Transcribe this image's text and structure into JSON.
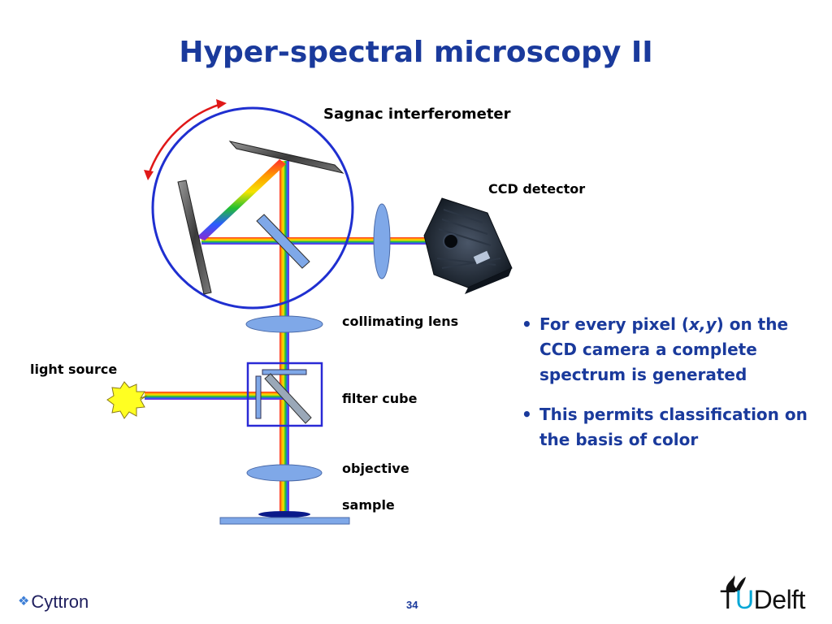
{
  "title": "Hyper-spectral microscopy II",
  "labels": {
    "sagnac": "Sagnac interferometer",
    "ccd": "CCD detector",
    "collimating_lens": "collimating lens",
    "light_source": "light source",
    "filter_cube": "filter cube",
    "objective": "objective",
    "sample": "sample"
  },
  "bullets": [
    {
      "pre": "For every pixel (",
      "x": "x",
      "comma": ",",
      "y": "y",
      "post": ") on the CCD camera a complete spectrum is generated"
    },
    {
      "text": "This permits classification on the basis of color"
    }
  ],
  "footer": {
    "org": "Cyttron",
    "page": "34",
    "logo_t": "T",
    "logo_u": "U",
    "logo_delft": "Delft"
  },
  "colors": {
    "title": "#1a3a9c",
    "circle": "#1f2fd0",
    "arrow": "#e01818",
    "optic": "#7fa8e8",
    "cube": "#2a2ad6"
  }
}
